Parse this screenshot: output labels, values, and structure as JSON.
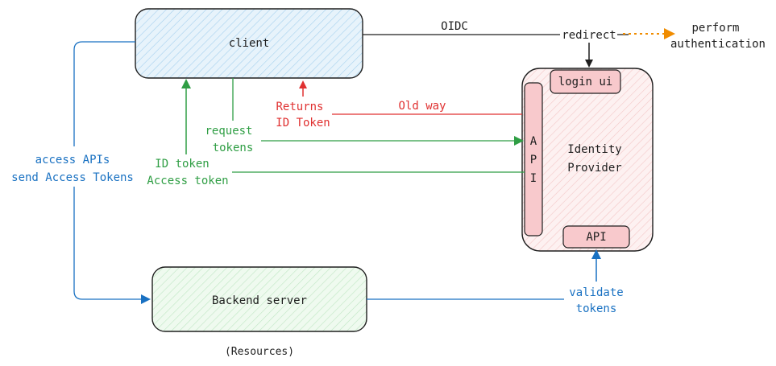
{
  "nodes": {
    "client": "client",
    "identity_provider": [
      "Identity",
      "Provider"
    ],
    "login_ui": "login ui",
    "api_side": [
      "A",
      "P",
      "I"
    ],
    "api_bottom": "API",
    "backend": "Backend server",
    "resources": "(Resources)"
  },
  "labels": {
    "oidc": "OIDC",
    "redirect": "redirect",
    "perform_auth": [
      "perform",
      "authentication"
    ],
    "old_way": "Old way",
    "returns_id_token": [
      "Returns",
      "ID Token"
    ],
    "request_tokens": [
      "request",
      "tokens"
    ],
    "id_access_token": [
      "ID token",
      "Access token"
    ],
    "access_apis": [
      "access APIs",
      "send Access Tokens"
    ],
    "validate_tokens": [
      "validate",
      "tokens"
    ]
  },
  "colors": {
    "client_fill": "#d6ebf7",
    "idp_fill": "#fbe4e4",
    "api_fill": "#f8c9cc",
    "backend_fill": "#dff3df",
    "dark": "#1e1e1e",
    "red": "#e03131",
    "green": "#2f9e44",
    "blue": "#1971c2",
    "orange": "#f08c00"
  }
}
